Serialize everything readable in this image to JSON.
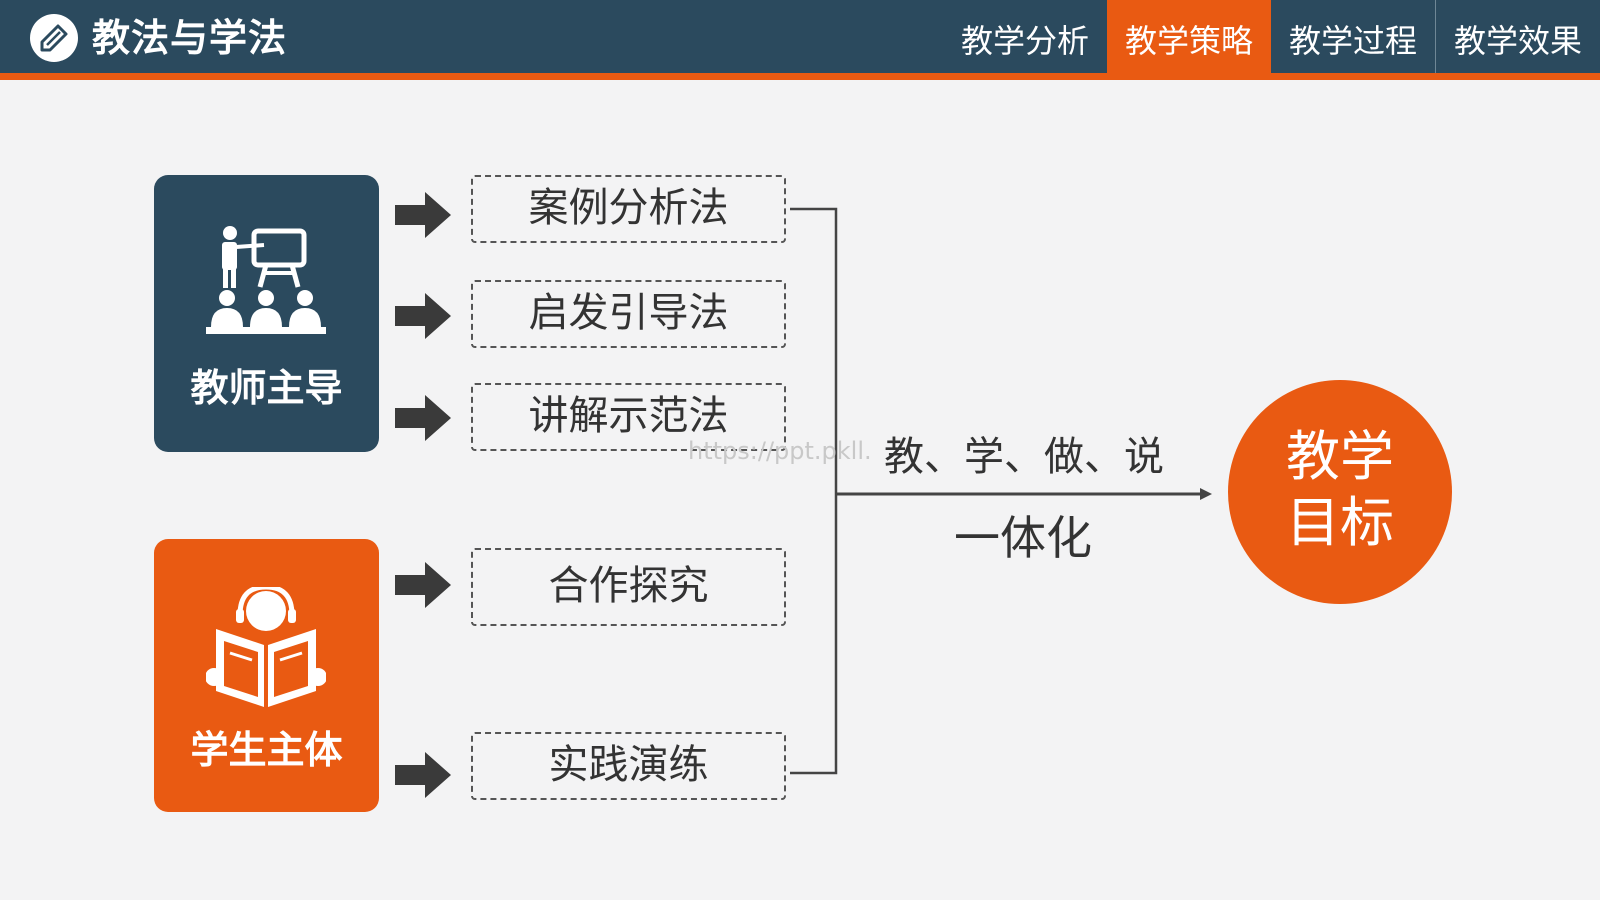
{
  "header": {
    "title": "教法与学法",
    "tabs": [
      {
        "label": "教学分析",
        "active": false
      },
      {
        "label": "教学策略",
        "active": true
      },
      {
        "label": "教学过程",
        "active": false
      },
      {
        "label": "教学效果",
        "active": false
      }
    ]
  },
  "teacher_block": {
    "label": "教师主导",
    "icon": "teacher-presentation-icon"
  },
  "student_block": {
    "label": "学生主体",
    "icon": "student-reading-icon"
  },
  "methods": [
    {
      "label": "案例分析法"
    },
    {
      "label": "启发引导法"
    },
    {
      "label": "讲解示范法"
    },
    {
      "label": "合作探究"
    },
    {
      "label": "实践演练"
    }
  ],
  "connector": {
    "top_text": "教、学、做、说",
    "bottom_text": "一体化"
  },
  "watermark": "https://ppt.pkll.",
  "goal": {
    "line1": "教学",
    "line2": "目标"
  },
  "colors": {
    "navy": "#2b4a5e",
    "orange": "#e95a12",
    "background": "#f3f3f4",
    "arrow": "#3a3a3a"
  }
}
